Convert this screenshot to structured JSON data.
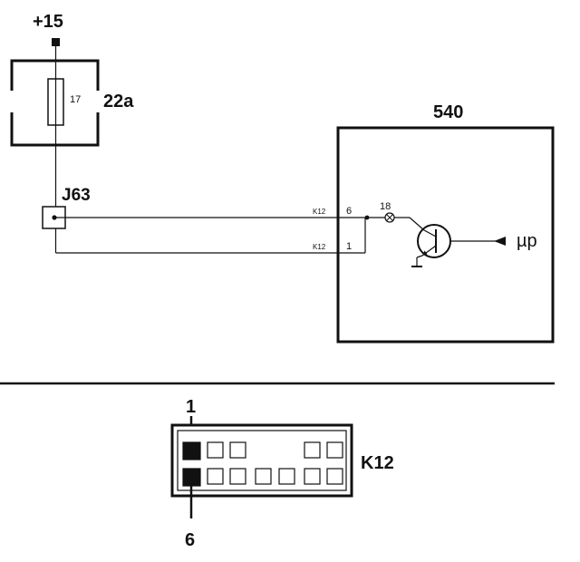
{
  "diagram": {
    "supply_label": "+15",
    "fuse": {
      "number": "17",
      "block_label": "22a"
    },
    "junction_label": "J63",
    "module_label": "540",
    "connector_ref_upper": "K12",
    "connector_ref_lower": "K12",
    "pin_upper": "6",
    "pin_lower": "1",
    "bulb_ref": "18",
    "output_label": "µp"
  },
  "connector_view": {
    "label": "K12",
    "pin_top_label": "1",
    "pin_bottom_label": "6"
  }
}
